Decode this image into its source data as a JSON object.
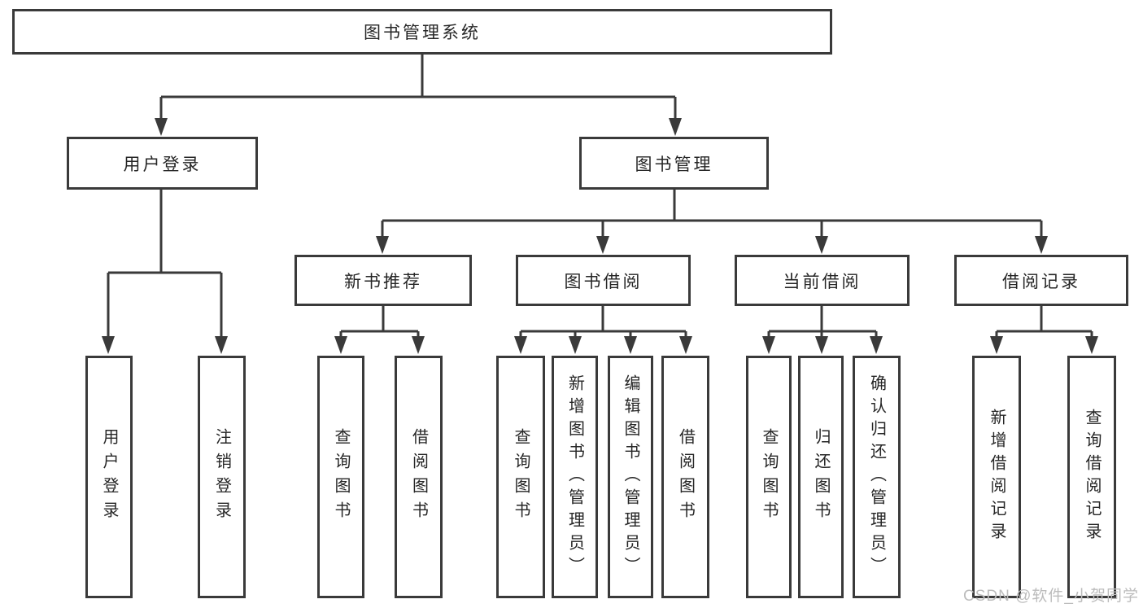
{
  "colors": {
    "line": "#3a3a3a",
    "text": "#262626",
    "watermark": "#bcbcbc",
    "background": "#ffffff"
  },
  "watermark": "CSDN @软件_小贺同学",
  "tree": {
    "label": "图书管理系统",
    "children": [
      {
        "label": "用户登录",
        "children": [
          {
            "label": "用户登录"
          },
          {
            "label": "注销登录"
          }
        ]
      },
      {
        "label": "图书管理",
        "children": [
          {
            "label": "新书推荐",
            "children": [
              {
                "label": "查询图书"
              },
              {
                "label": "借阅图书"
              }
            ]
          },
          {
            "label": "图书借阅",
            "children": [
              {
                "label": "查询图书"
              },
              {
                "label": "新增图书（管理员）"
              },
              {
                "label": "编辑图书（管理员）"
              },
              {
                "label": "借阅图书"
              }
            ]
          },
          {
            "label": "当前借阅",
            "children": [
              {
                "label": "查询图书"
              },
              {
                "label": "归还图书"
              },
              {
                "label": "确认归还（管理员）"
              }
            ]
          },
          {
            "label": "借阅记录",
            "children": [
              {
                "label": "新增借阅记录"
              },
              {
                "label": "查询借阅记录"
              }
            ]
          }
        ]
      }
    ]
  }
}
